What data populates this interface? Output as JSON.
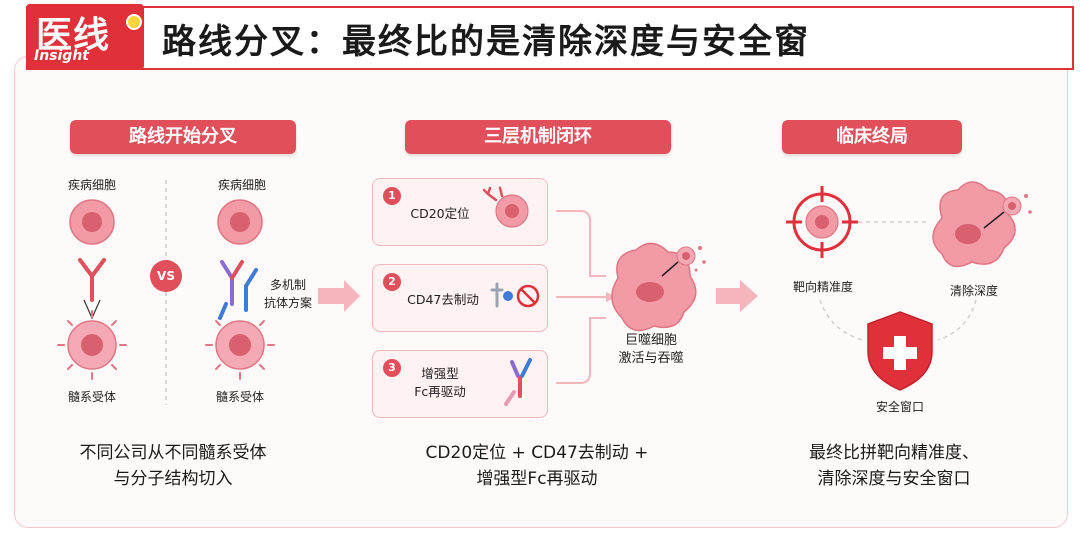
{
  "header": {
    "logo_main": "医线",
    "logo_sub": "Insight",
    "title": "路线分叉：最终比的是清除深度与安全窗"
  },
  "colors": {
    "brand_red": "#e0303a",
    "pill_red": "#e14f5b",
    "cell_pink": "#f29aa6"
  },
  "section1": {
    "heading": "路线开始分叉",
    "left_cell": "疾病细胞",
    "right_cell": "疾病细胞",
    "left_receptor": "髓系受体",
    "right_receptor": "髓系受体",
    "vs": "VS",
    "multi_line1": "多机制",
    "multi_line2": "抗体方案",
    "caption_line1": "不同公司从不同髓系受体",
    "caption_line2": "与分子结构切入"
  },
  "section2": {
    "heading": "三层机制闭环",
    "card1_num": "1",
    "card1_text": "CD20定位",
    "card2_num": "2",
    "card2_text": "CD47去制动",
    "card3_num": "3",
    "card3_line1": "增强型",
    "card3_line2": "Fc再驱动",
    "macro_line1": "巨噬细胞",
    "macro_line2": "激活与吞噬",
    "caption_line1": "CD20定位 + CD47去制动 +",
    "caption_line2": "增强型Fc再驱动"
  },
  "section3": {
    "heading": "临床终局",
    "target_label": "靶向精准度",
    "clear_label": "清除深度",
    "safety_label": "安全窗口",
    "caption_line1": "最终比拼靶向精准度、",
    "caption_line2": "清除深度与安全窗口"
  }
}
